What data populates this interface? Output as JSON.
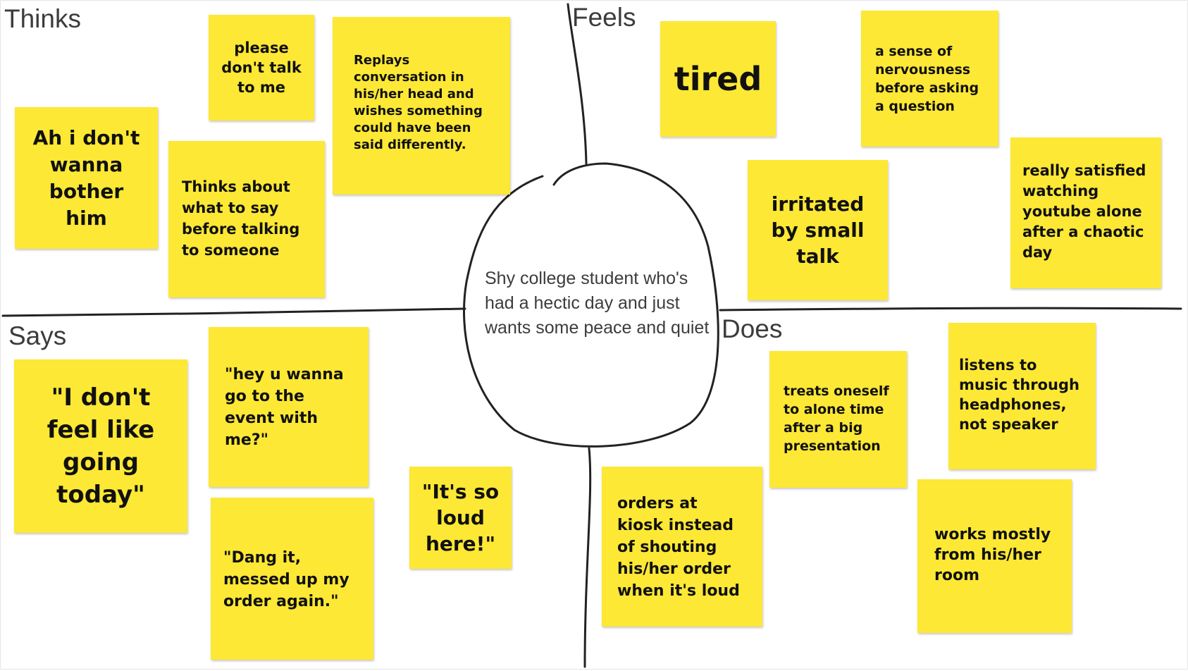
{
  "quadrants": {
    "thinks": "Thinks",
    "feels": "Feels",
    "says": "Says",
    "does": "Does"
  },
  "persona": "Shy college student who's had a hectic day and just wants some peace and quiet",
  "notes": {
    "thinks": {
      "please_dont_talk": "please\ndon't talk\nto me",
      "replays_conversation": "Replays\nconversation in\nhis/her head and\nwishes something\ncould have been\nsaid differently.",
      "dont_wanna_bother": "Ah i don't\nwanna\nbother\nhim",
      "thinks_about": "Thinks about\nwhat to say\nbefore talking\nto someone"
    },
    "feels": {
      "tired": "tired",
      "nervousness": "a sense of\nnervousness\nbefore asking\na question",
      "irritated": "irritated\nby small\ntalk",
      "satisfied": "really satisfied\nwatching\nyoutube alone\nafter a chaotic\nday"
    },
    "says": {
      "dont_feel_like": "\"I don't\nfeel like\ngoing\ntoday\"",
      "event_invite": "\"hey u wanna\ngo to the\nevent with\nme?\"",
      "so_loud": "\"It's so\nloud\nhere!\"",
      "messed_up": "\"Dang it,\nmessed up my\norder again.\""
    },
    "does": {
      "alone_time": "treats oneself\nto alone time\nafter a big\npresentation",
      "headphones": "listens to\nmusic through\nheadphones,\nnot speaker",
      "kiosk": "orders at\nkiosk instead\nof shouting\nhis/her order\nwhen it's loud",
      "works_room": "works mostly\nfrom his/her\nroom"
    }
  },
  "colors": {
    "sticky": "#fde835",
    "ink": "#111111",
    "label": "#3c3c3c"
  }
}
